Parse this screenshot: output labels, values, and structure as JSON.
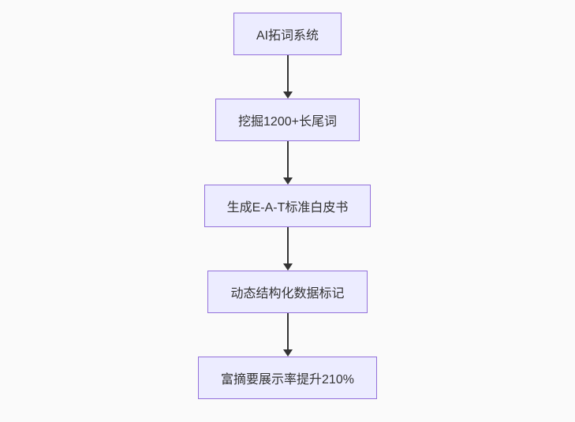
{
  "diagram": {
    "type": "flowchart-top-down",
    "nodes": [
      {
        "id": "A",
        "label": "AI拓词系统"
      },
      {
        "id": "B",
        "label": "挖掘1200+长尾词"
      },
      {
        "id": "C",
        "label": "生成E-A-T标准白皮书"
      },
      {
        "id": "D",
        "label": "动态结构化数据标记"
      },
      {
        "id": "E",
        "label": "富摘要展示率提升210%"
      }
    ],
    "edges": [
      {
        "from": "A",
        "to": "B"
      },
      {
        "from": "B",
        "to": "C"
      },
      {
        "from": "C",
        "to": "D"
      },
      {
        "from": "D",
        "to": "E"
      }
    ],
    "colors": {
      "background": "#fafafa",
      "node_fill": "#ececff",
      "node_border": "#9370db",
      "text": "#333333",
      "arrow": "#333333"
    }
  }
}
